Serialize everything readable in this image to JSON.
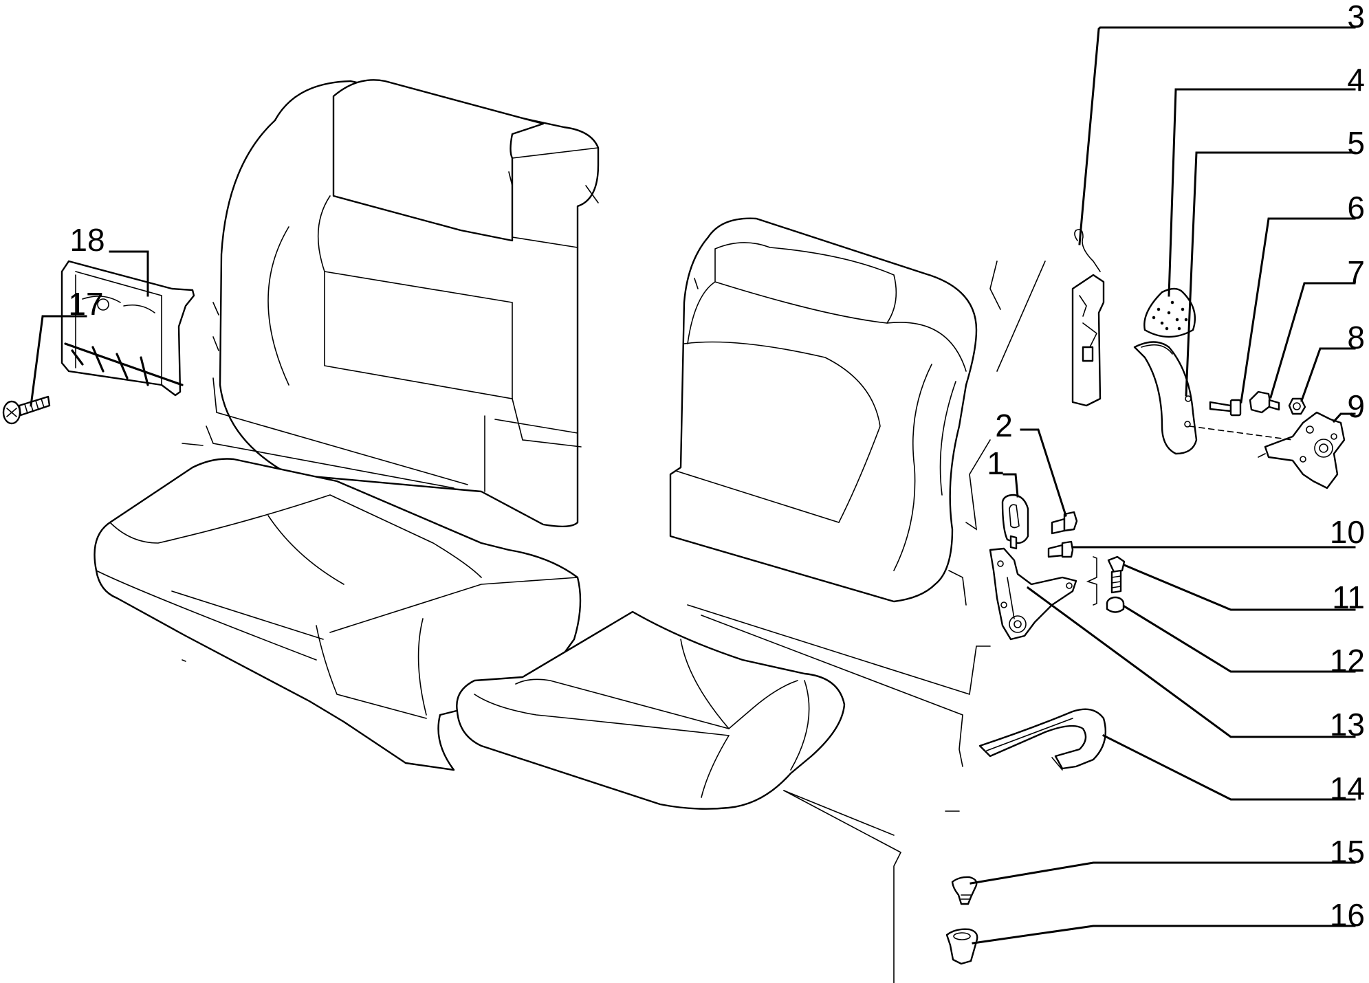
{
  "diagram": {
    "type": "exploded-parts-view",
    "callouts": [
      {
        "id": "1",
        "label": "1"
      },
      {
        "id": "2",
        "label": "2"
      },
      {
        "id": "3",
        "label": "3"
      },
      {
        "id": "4",
        "label": "4"
      },
      {
        "id": "5",
        "label": "5"
      },
      {
        "id": "6",
        "label": "6"
      },
      {
        "id": "7",
        "label": "7"
      },
      {
        "id": "8",
        "label": "8"
      },
      {
        "id": "9",
        "label": "9"
      },
      {
        "id": "10",
        "label": "10"
      },
      {
        "id": "11",
        "label": "11"
      },
      {
        "id": "12",
        "label": "12"
      },
      {
        "id": "13",
        "label": "13"
      },
      {
        "id": "14",
        "label": "14"
      },
      {
        "id": "15",
        "label": "15"
      },
      {
        "id": "16",
        "label": "16"
      },
      {
        "id": "17",
        "label": "17"
      },
      {
        "id": "18",
        "label": "18"
      }
    ],
    "colors": {
      "line": "#000000",
      "background": "#ffffff"
    }
  }
}
